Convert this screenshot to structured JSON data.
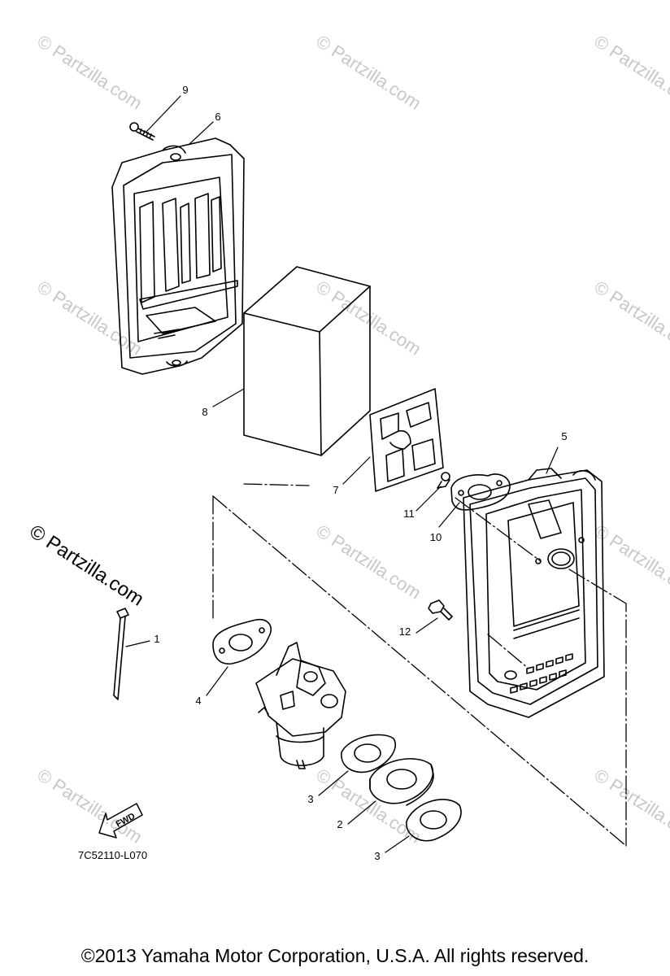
{
  "watermark_text": "© Partzilla.com",
  "brand_watermark": "© Partzilla.com",
  "callouts": {
    "n1": "1",
    "n2": "2",
    "n3a": "3",
    "n3b": "3",
    "n4": "4",
    "n5": "5",
    "n6": "6",
    "n7": "7",
    "n8": "8",
    "n9": "9",
    "n10": "10",
    "n11": "11",
    "n12": "12"
  },
  "fwd_label": "FWD",
  "diagram_code": "7C52110-L070",
  "copyright": "©2013  Yamaha Motor Corporation, U.S.A. All rights reserved."
}
